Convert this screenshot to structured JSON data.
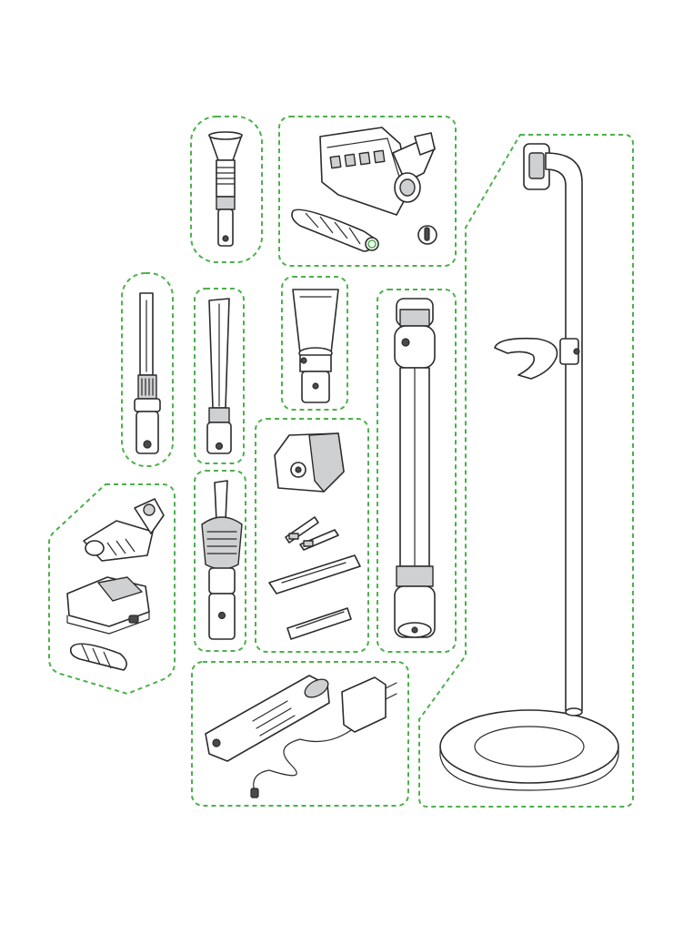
{
  "diagram": {
    "type": "exploded-parts",
    "group_outline_color": "#4cb04c",
    "line_color": "#2b2b2b",
    "fill_color": "#cfd0d1",
    "groups": [
      {
        "id": "nozzle-group",
        "parts": [
          "tapered-nozzle"
        ]
      },
      {
        "id": "floor-head-group",
        "parts": [
          "motorized-floor-head",
          "brush-roll",
          "end-cap"
        ]
      },
      {
        "id": "crevice-brush-group",
        "parts": [
          "crevice-tool-with-brush"
        ]
      },
      {
        "id": "crevice-group",
        "parts": [
          "crevice-tool"
        ]
      },
      {
        "id": "wide-nozzle-group",
        "parts": [
          "wide-nozzle"
        ]
      },
      {
        "id": "extension-tube-group",
        "parts": [
          "extension-tube"
        ]
      },
      {
        "id": "mini-head-group",
        "parts": [
          "mini-motorized-head",
          "mattress-tool",
          "mini-brush-roll"
        ]
      },
      {
        "id": "dusting-brush-group",
        "parts": [
          "dusting-brush-tool"
        ]
      },
      {
        "id": "wall-mount-group",
        "parts": [
          "wall-mount-dock",
          "screws-and-anchors",
          "drilling-template",
          "adhesive-strips"
        ]
      },
      {
        "id": "battery-charger-group",
        "parts": [
          "battery-pack",
          "charger-adapter"
        ]
      },
      {
        "id": "stand-group",
        "parts": [
          "floor-stand"
        ]
      }
    ]
  }
}
